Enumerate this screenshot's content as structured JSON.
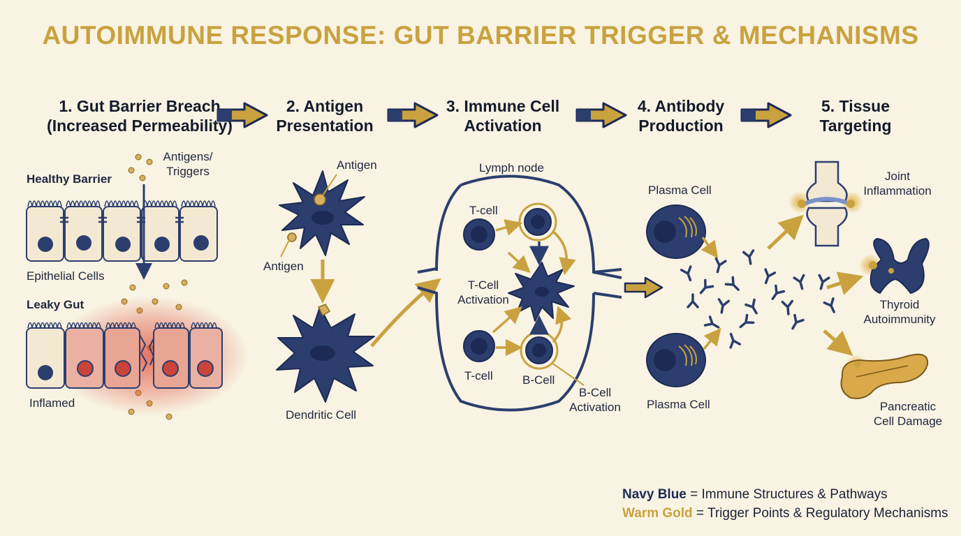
{
  "title": "AUTOIMMUNE RESPONSE: GUT BARRIER TRIGGER & MECHANISMS",
  "steps": [
    {
      "line1": "1. Gut Barrier Breach",
      "line2": "(Increased Permeability)"
    },
    {
      "line1": "2. Antigen",
      "line2": "Presentation"
    },
    {
      "line1": "3. Immune Cell",
      "line2": "Activation"
    },
    {
      "line1": "4. Antibody",
      "line2": "Production"
    },
    {
      "line1": "5. Tissue",
      "line2": "Targeting"
    }
  ],
  "panel1": {
    "healthy_barrier": "Healthy Barrier",
    "antigens_triggers_1": "Antigens/",
    "antigens_triggers_2": "Triggers",
    "epithelial_cells": "Epithelial Cells",
    "leaky_gut": "Leaky Gut",
    "inflamed": "Inflamed"
  },
  "panel2": {
    "antigen_top": "Antigen",
    "antigen_left": "Antigen",
    "dendritic_cell": "Dendritic Cell"
  },
  "panel3": {
    "lymph_node": "Lymph node",
    "t_cell_top": "T-cell",
    "t_cell_activation_1": "T-Cell",
    "t_cell_activation_2": "Activation",
    "t_cell_bottom": "T-cell",
    "b_cell": "B-Cell",
    "b_cell_activation_1": "B-Cell",
    "b_cell_activation_2": "Activation"
  },
  "panel4": {
    "plasma_cell_top": "Plasma Cell",
    "plasma_cell_bottom": "Plasma Cell"
  },
  "panel5": {
    "joint_1": "Joint",
    "joint_2": "Inflammation",
    "thyroid_1": "Thyroid",
    "thyroid_2": "Autoimmunity",
    "pancreatic_1": "Pancreatic",
    "pancreatic_2": "Cell Damage"
  },
  "legend": {
    "navy_key": "Navy Blue",
    "navy_desc": " = Immune Structures & Pathways",
    "gold_key": "Warm Gold",
    "gold_desc": " = Trigger Points & Regulatory Mechanisms"
  },
  "colors": {
    "navy": "#2c3e6e",
    "navy_dark": "#1d2a55",
    "gold": "#c9a23f",
    "cream": "#f8f3e2",
    "inflamed_red": "#e04a3a"
  }
}
